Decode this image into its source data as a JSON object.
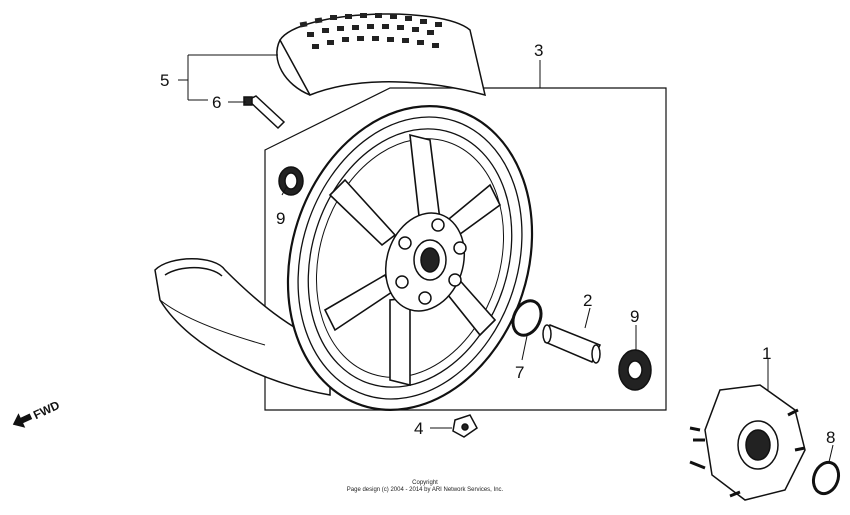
{
  "diagram": {
    "callouts": [
      "1",
      "2",
      "3",
      "4",
      "5",
      "6",
      "7",
      "8",
      "9",
      "9"
    ],
    "direction_label": "FWD",
    "copyright_heading": "Copyright",
    "copyright_text": "Page design (c) 2004 - 2014 by ARI Network Services, Inc."
  }
}
